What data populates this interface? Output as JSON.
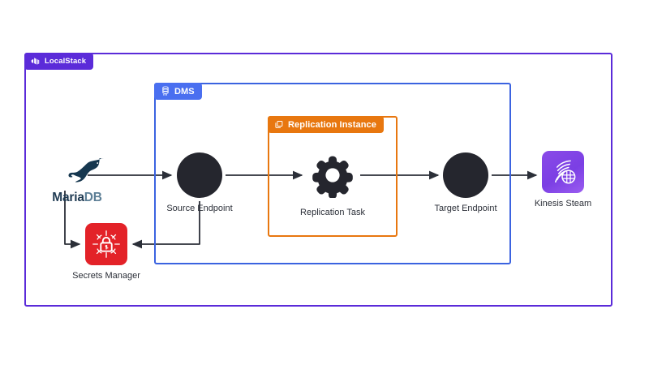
{
  "diagram": {
    "title": "LocalStack DMS replication architecture",
    "background": "#ffffff"
  },
  "containers": [
    {
      "id": "localstack",
      "label": "LocalStack",
      "icon": "localstack-logo-icon",
      "color": "#5b2bd9",
      "badge_text_color": "#ffffff"
    },
    {
      "id": "dms",
      "label": "DMS",
      "icon": "database-icon",
      "color": "#3b63e0",
      "badge_color": "#4a6ff0",
      "badge_text_color": "#ffffff"
    },
    {
      "id": "replication-instance",
      "label": "Replication Instance",
      "icon": "copy-duplicate-icon",
      "color": "#e8770f",
      "badge_text_color": "#ffffff"
    }
  ],
  "nodes": [
    {
      "id": "mariadb",
      "label": "MariaDB",
      "label_part_1": "Maria",
      "label_part_2": "DB",
      "icon": "mariadb-seal-logo-icon",
      "shape": "logo",
      "label_color_1": "#1f3a52",
      "label_color_2": "#5d7f96"
    },
    {
      "id": "source-endpoint",
      "label": "Source Endpoint",
      "icon": "endpoint-circle-icon",
      "shape": "circle",
      "color": "#25262e",
      "label_color": "#2b2f38"
    },
    {
      "id": "replication-task",
      "label": "Replication Task",
      "icon": "gear-icon",
      "shape": "gear",
      "color": "#25262e",
      "label_color": "#2b2f38"
    },
    {
      "id": "target-endpoint",
      "label": "Target Endpoint",
      "icon": "endpoint-circle-icon",
      "shape": "circle",
      "color": "#25262e",
      "label_color": "#2b2f38"
    },
    {
      "id": "kinesis-stream",
      "label": "Kinesis Steam",
      "icon": "kinesis-stream-icon",
      "shape": "tile",
      "color": "#7b3fe4",
      "label_color": "#6f42d6"
    },
    {
      "id": "secrets-manager",
      "label": "Secrets Manager",
      "icon": "padlock-target-icon",
      "shape": "tile",
      "color": "#e32228",
      "label_color": "#e32228"
    }
  ],
  "connections": [
    {
      "id": "mariadb-to-source",
      "from": "mariadb",
      "to": "source-endpoint",
      "style": "straight-arrow"
    },
    {
      "id": "source-to-task",
      "from": "source-endpoint",
      "to": "replication-task",
      "style": "straight-arrow"
    },
    {
      "id": "task-to-target",
      "from": "replication-task",
      "to": "target-endpoint",
      "style": "straight-arrow"
    },
    {
      "id": "target-to-kinesis",
      "from": "target-endpoint",
      "to": "kinesis-stream",
      "style": "straight-arrow"
    },
    {
      "id": "mariadb-to-secrets",
      "from": "mariadb",
      "to": "secrets-manager",
      "style": "elbow-arrow"
    },
    {
      "id": "source-to-secrets",
      "from": "source-endpoint",
      "to": "secrets-manager",
      "style": "elbow-arrow"
    }
  ],
  "wire_color": "#2b2f38"
}
